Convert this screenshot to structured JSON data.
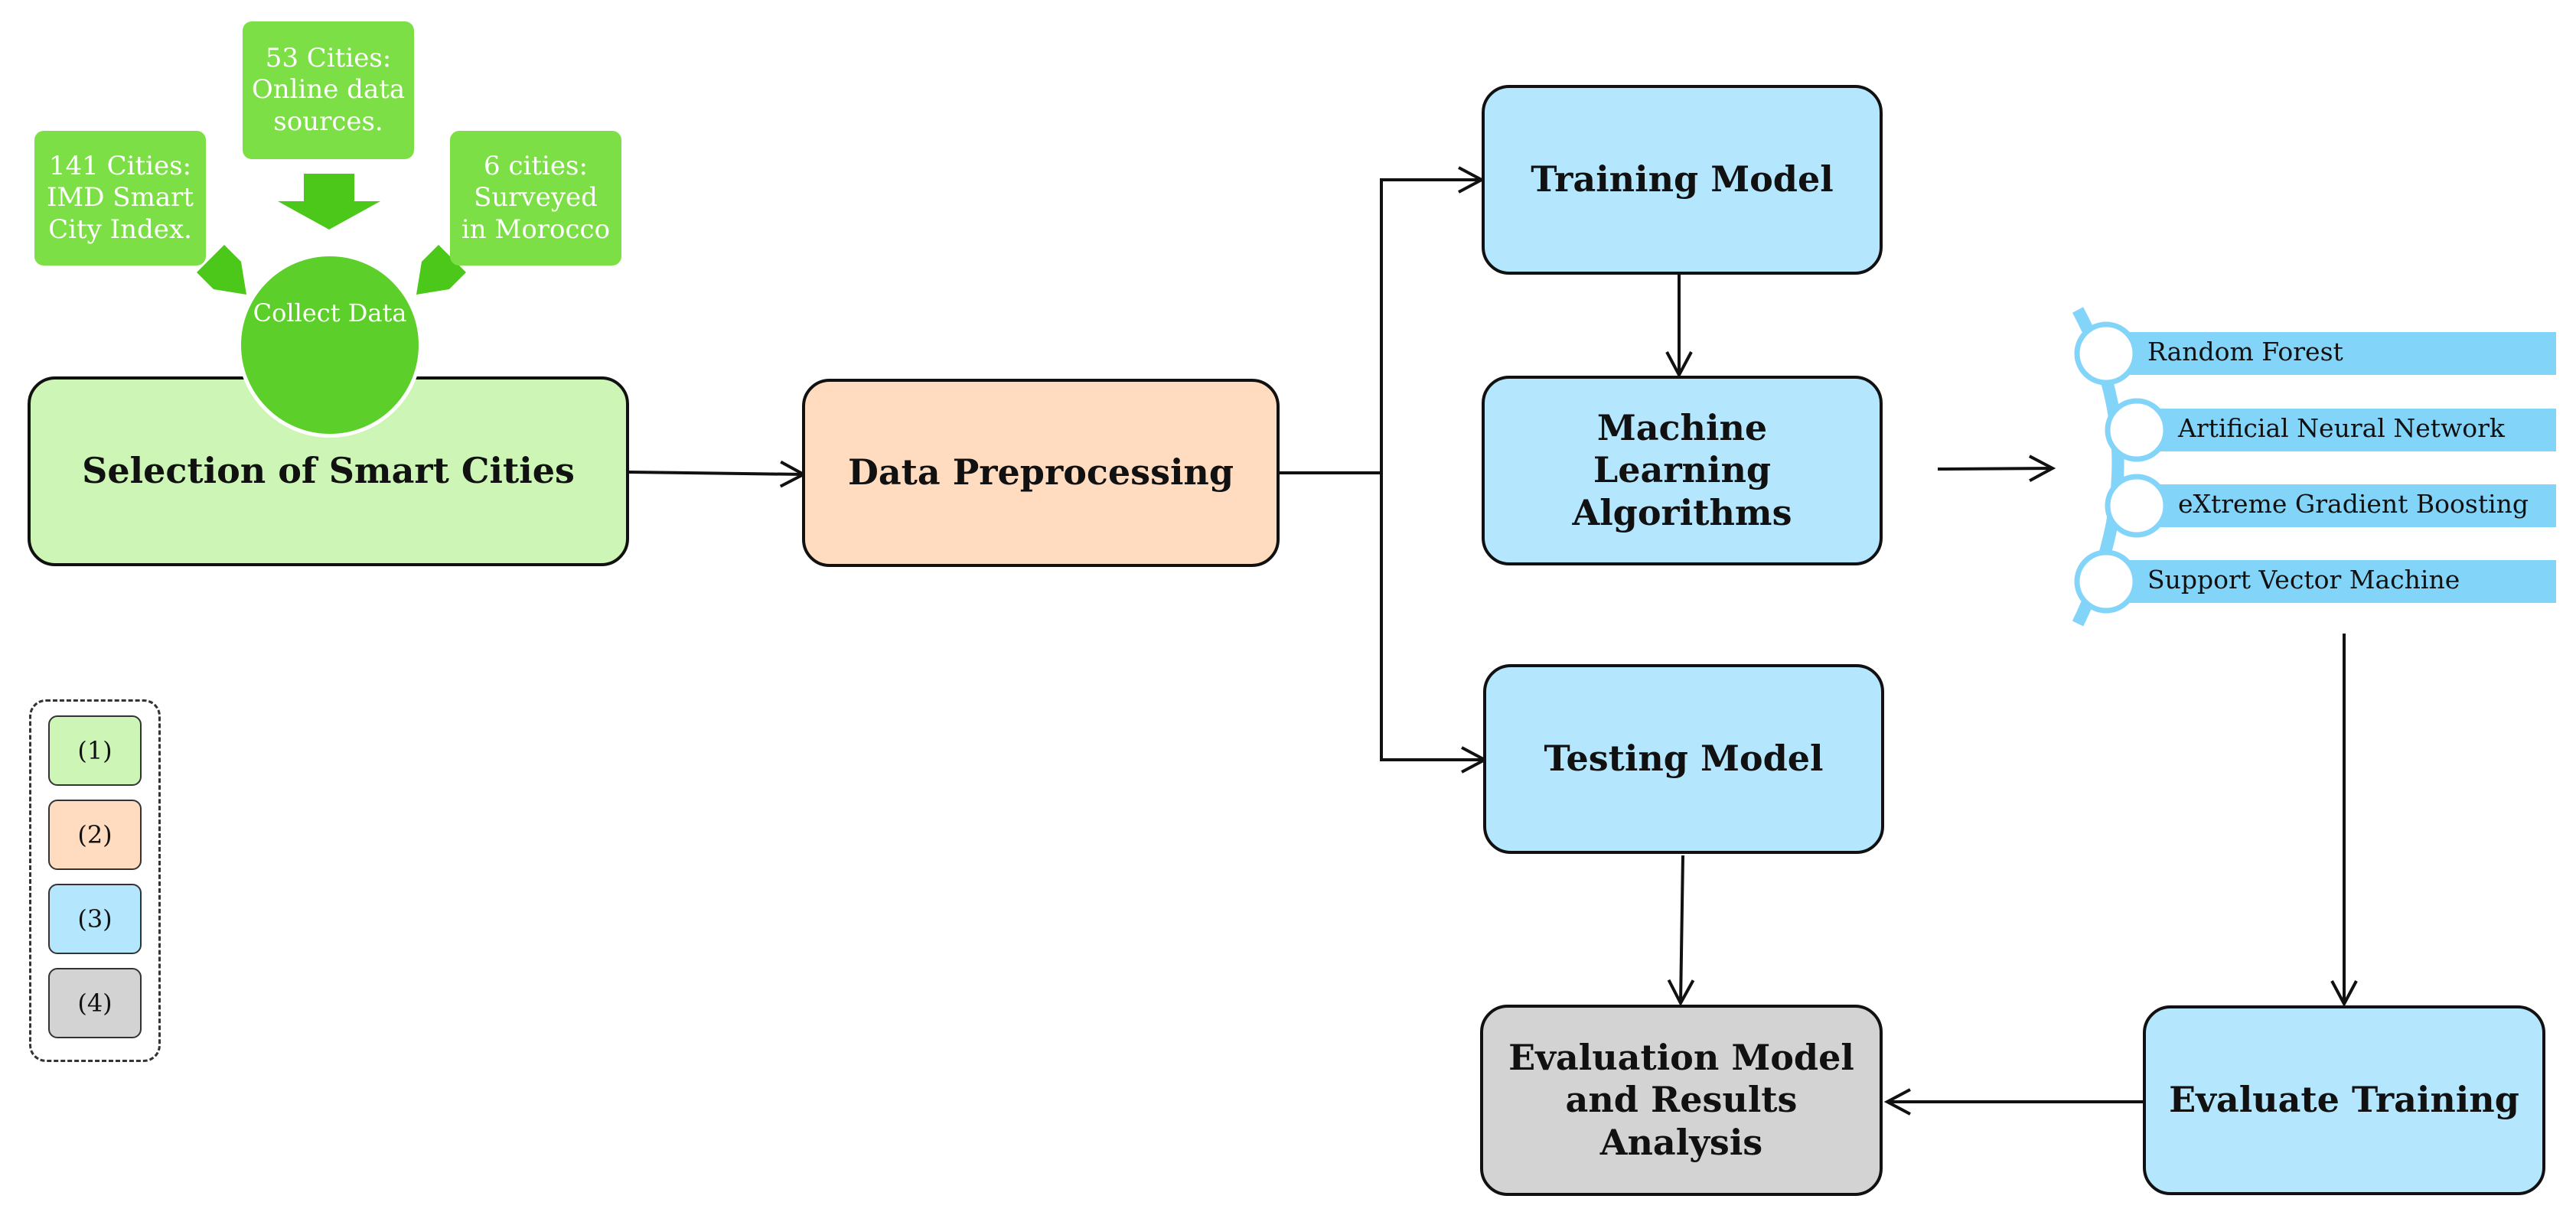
{
  "sources": {
    "left": "141 Cities: IMD Smart City Index.",
    "top": "53 Cities: Online data sources.",
    "right": "6 cities: Surveyed in Morocco"
  },
  "collect_label": "Collect Data",
  "boxes": {
    "selection": "Selection of Smart Cities",
    "preprocessing": "Data Preprocessing",
    "training": "Training Model",
    "ml_algorithms": "Machine Learning Algorithms",
    "testing": "Testing Model",
    "evaluation": "Evaluation Model and Results Analysis",
    "evaluate_training": "Evaluate Training"
  },
  "algorithms": [
    "Random Forest",
    "Artificial Neural Network",
    "eXtreme Gradient Boosting",
    "Support Vector Machine"
  ],
  "legend": [
    "(1)",
    "(2)",
    "(3)",
    "(4)"
  ],
  "colors": {
    "stage1": "#cdf5b5",
    "stage2": "#ffdcc0",
    "stage3": "#b4e6fd",
    "stage4": "#d3d3d3",
    "source_green": "#7ddf46",
    "collect_green": "#5ccf2a",
    "source_arrow_green": "#4cc81a",
    "algo_bar": "#82d4f9"
  }
}
